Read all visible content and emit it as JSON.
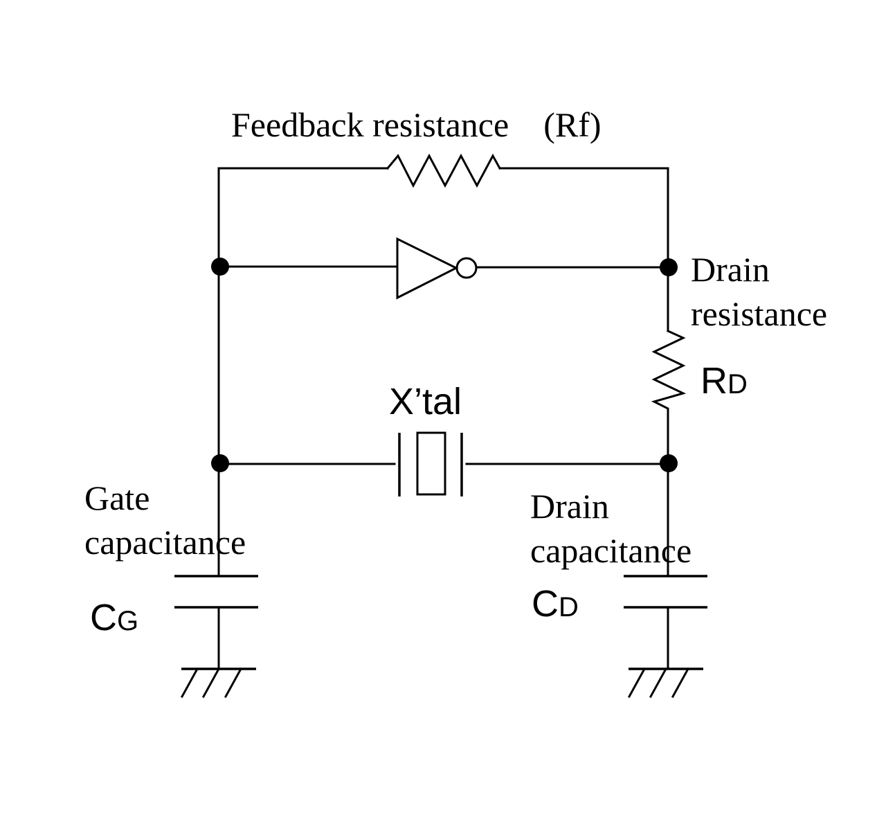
{
  "labels": {
    "feedback_resistance": "Feedback resistance　(Rf)",
    "drain_resistance_line1": "Drain",
    "drain_resistance_line2": "resistance",
    "rd_main": "R",
    "rd_sub": "D",
    "crystal": "X’tal",
    "gate_cap_line1": "Gate",
    "gate_cap_line2": "capacitance",
    "cg_main": "C",
    "cg_sub": "G",
    "drain_cap_line1": "Drain",
    "drain_cap_line2": "capacitance",
    "cd_main": "C",
    "cd_sub": "D"
  }
}
